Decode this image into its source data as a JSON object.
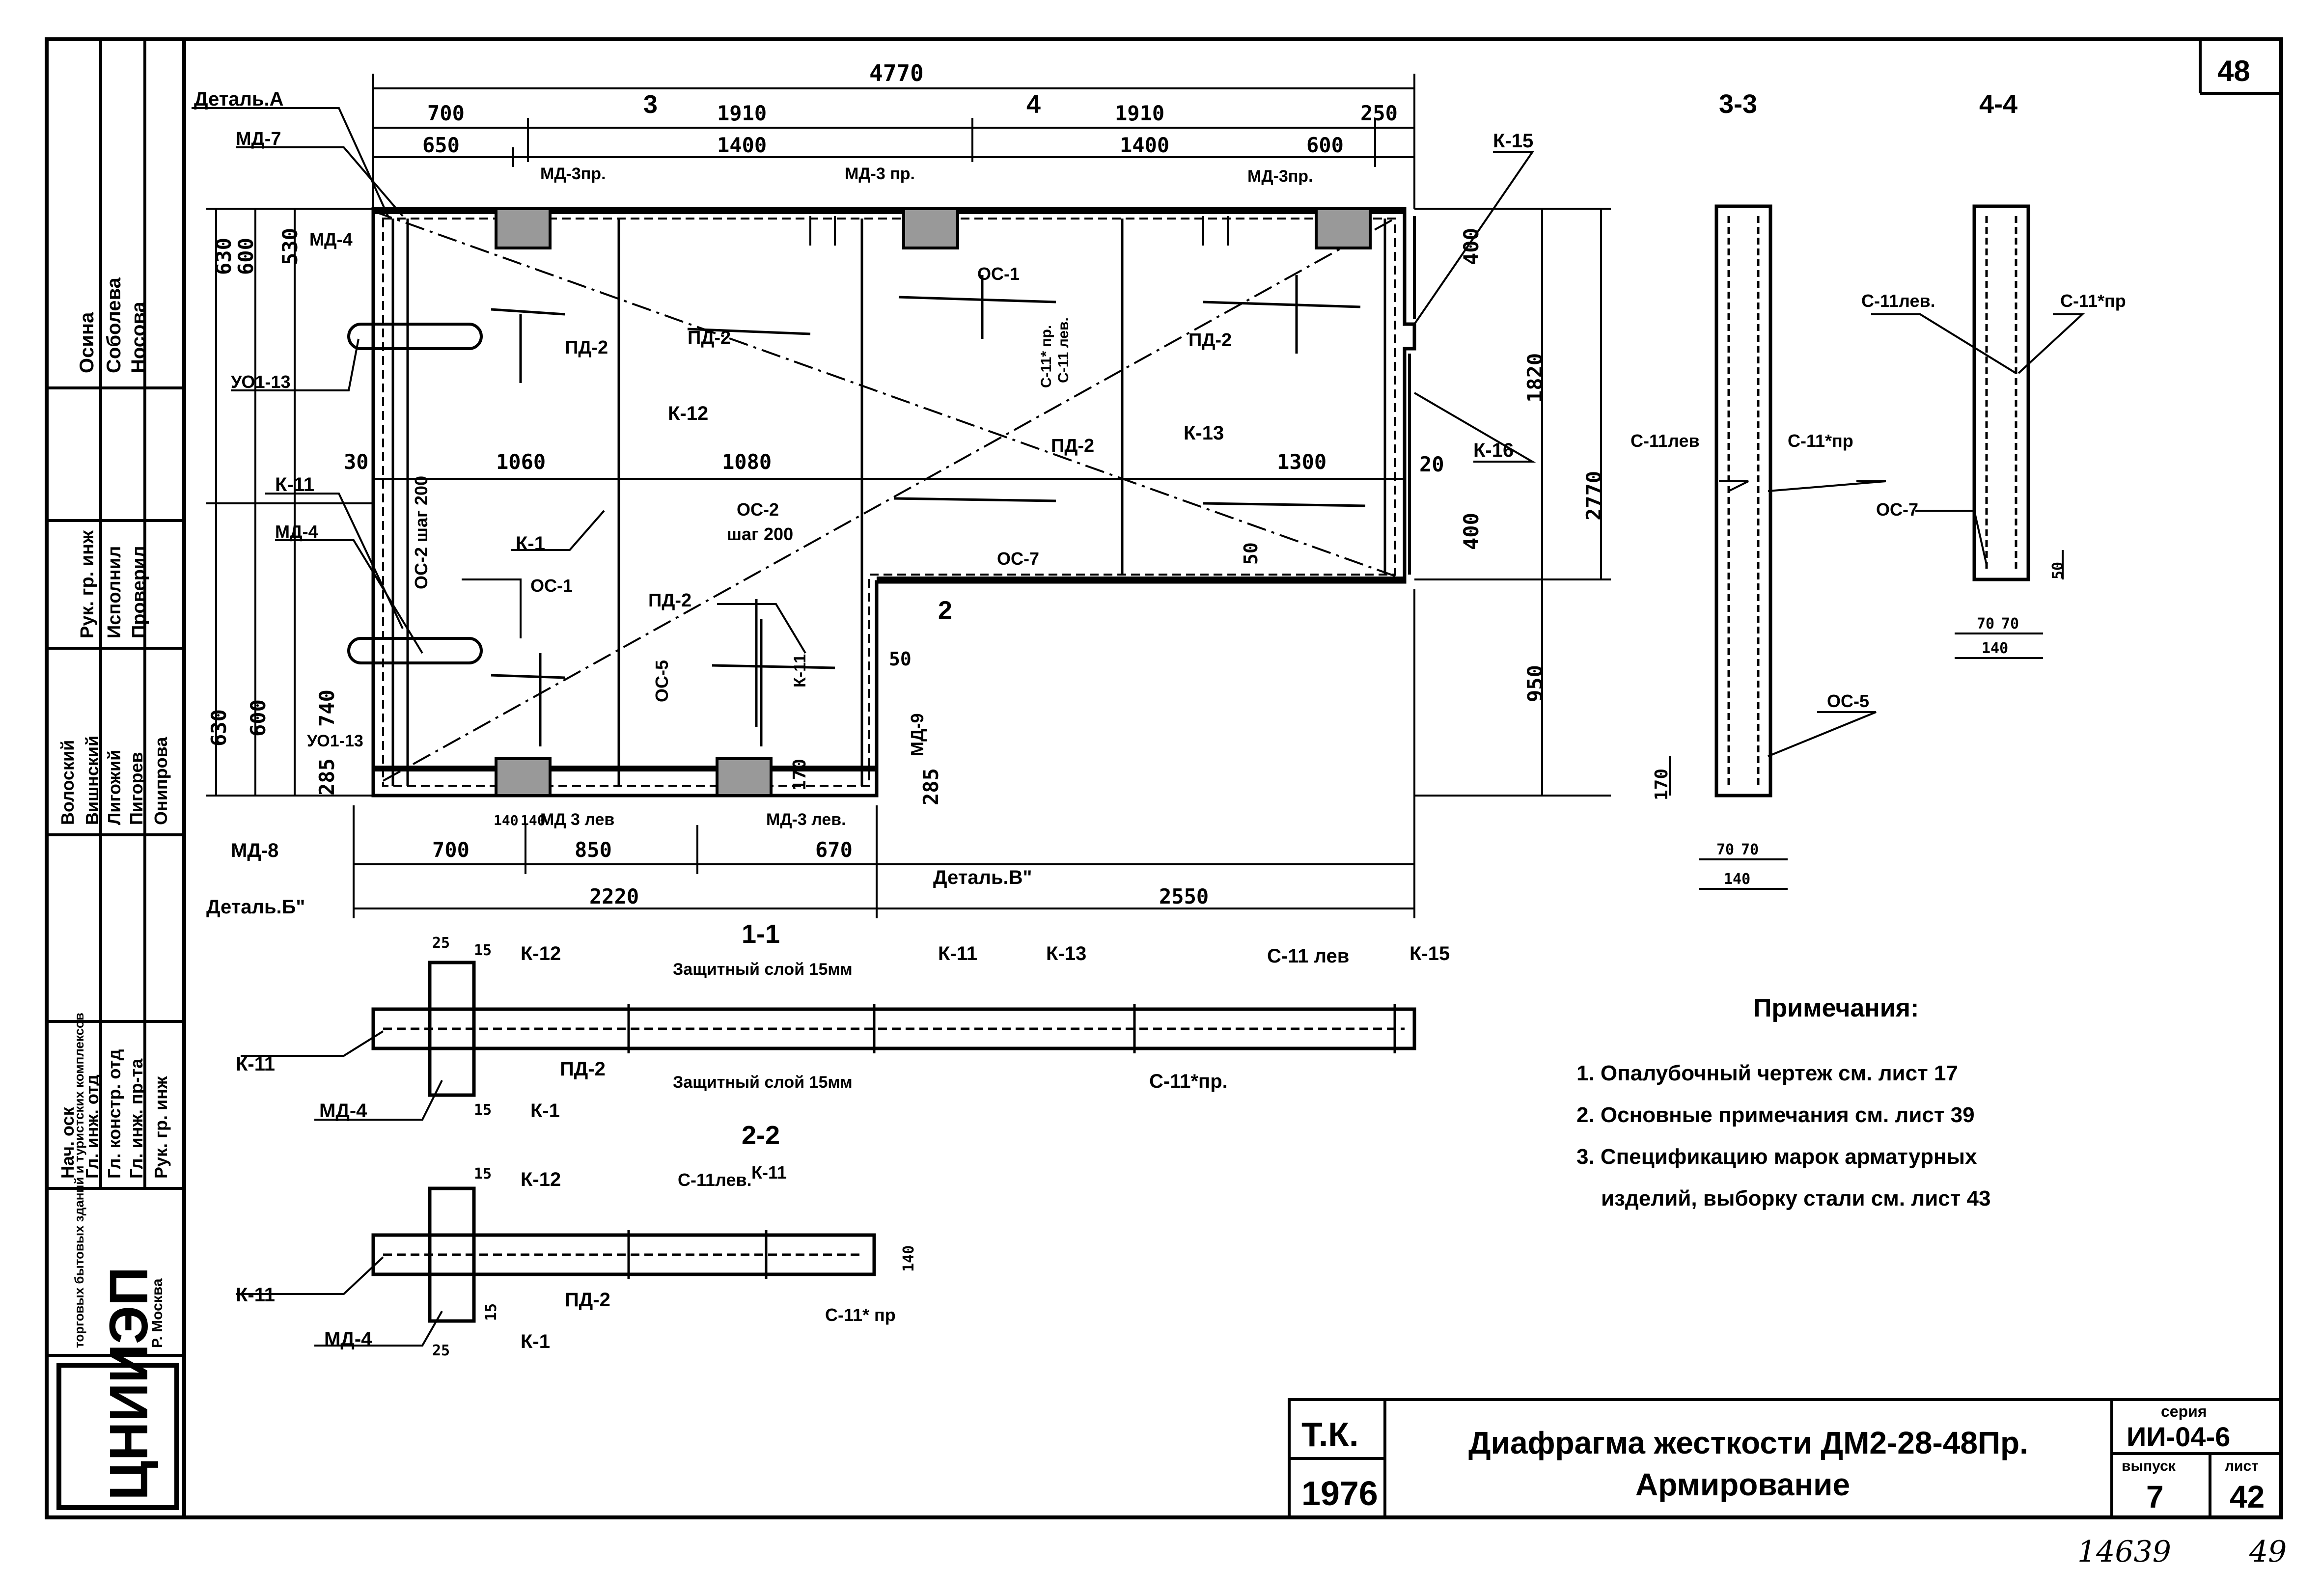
{
  "sheet": {
    "sheet_number": "48",
    "archive_number": "14639",
    "page_number": "49"
  },
  "stamp": {
    "org": "ЦНИИЭП",
    "org_sub": "торговых бытовых зданий и туристских комплексов",
    "org_sub2": "Р. Москва",
    "roles": [
      "Нач. оск",
      "Гл. инж. отд",
      "Гл. констр. отд",
      "Гл. инж. пр-та",
      "Рук. гр. инж"
    ],
    "people": [
      "Волоский",
      "Вишнский",
      "Лигожий",
      "Пигорев",
      "Онипрова"
    ],
    "roles2": [
      "Рук. гр. инж",
      "Исполнил",
      "Проверил"
    ],
    "people2": [
      "Осина",
      "Соболева",
      "Носова"
    ],
    "tk": "Т.К.",
    "year": "1976",
    "title_line1": "Диафрагма жесткости ДМ2-28-48Пр.",
    "title_line2": "Армирование",
    "series_label": "серия",
    "series": "ИИ-04-6",
    "issue_label": "выпуск",
    "issue": "7",
    "sheet_label": "лист",
    "sheet": "42"
  },
  "plan": {
    "dims_top": {
      "total": "4770",
      "d700": "700",
      "d1910a": "1910",
      "d1910b": "1910",
      "d250": "250",
      "d650": "650",
      "d1400a": "1400",
      "d1400b": "1400",
      "d600": "600"
    },
    "dims_left": {
      "d630a": "630",
      "d600a": "600",
      "d530": "530",
      "d630b": "630",
      "d600b": "600",
      "d740": "740",
      "d285": "285",
      "d30": "30"
    },
    "dims_mid": {
      "d1060": "1060",
      "d1080": "1080",
      "d1300": "1300",
      "d20": "20",
      "d50a": "50",
      "d50b": "50",
      "d170": "170",
      "d285r": "285"
    },
    "dims_right": {
      "d400a": "400",
      "d1820": "1820",
      "d400b": "400",
      "d2770": "2770",
      "d950": "950"
    },
    "dims_bottom": {
      "d700": "700",
      "d850": "850",
      "d670": "670",
      "d2220": "2220",
      "d2550": "2550",
      "d140": "140",
      "d140b": "140"
    },
    "labels": {
      "detail_a": "Деталь.А",
      "detail_b": "Деталь.Б\"",
      "detail_v": "Деталь.В\"",
      "md7": "МД-7",
      "md3pr_a": "МД-3пр.",
      "md3pr_b": "МД-3 пр.",
      "md3pr_c": "МД-3пр.",
      "md4a": "МД-4",
      "md4b": "МД-4",
      "md8": "МД-8",
      "md9": "МД-9",
      "md3lev_a": "МД 3 лев",
      "md3lev_b": "МД-3 лев.",
      "uo13a": "УО1-13",
      "uo13b": "УО1-13",
      "k11": "К-11",
      "k11b": "К-11",
      "k1": "К-1",
      "k12": "К-12",
      "k13": "К-13",
      "k15": "К-15",
      "k16": "К-16",
      "pd2a": "ПД-2",
      "pd2b": "ПД-2",
      "pd2c": "ПД-2",
      "pd2d": "ПД-2",
      "pd2e": "ПД-2",
      "os1a": "ОС-1",
      "os1b": "ОС-1",
      "os2": "ОС-2",
      "os2step": "шаг 200",
      "os2vert": "ОС-2 шаг 200",
      "os5": "ОС-5",
      "os7": "ОС-7",
      "c11": "С-11* пр.",
      "c11lev": "С-11 лев.",
      "cut3": "3",
      "cut4": "4",
      "cut2": "2"
    }
  },
  "sec33": {
    "title": "3-3",
    "c11lev": "С-11лев",
    "c11pr": "С-11*пр",
    "os5": "ОС-5",
    "d170": "170",
    "d70a": "70",
    "d70b": "70",
    "d140": "140"
  },
  "sec44": {
    "title": "4-4",
    "c11lev": "С-11лев.",
    "c11pr": "С-11*пр",
    "os7": "ОС-7",
    "d50": "50",
    "d70a": "70",
    "d70b": "70",
    "d140": "140"
  },
  "sec11": {
    "title": "1-1",
    "d25": "25",
    "d15a": "15",
    "d15b": "15",
    "k12": "К-12",
    "k11": "К-11",
    "k11b": "К-11",
    "k13": "К-13",
    "k15": "К-15",
    "c11lev": "С-11 лев",
    "c11pr": "С-11*пр.",
    "pd2": "ПД-2",
    "k1": "К-1",
    "md4": "МД-4",
    "cover_top": "Защитный слой 15мм",
    "cover_bottom": "Защитный слой 15мм"
  },
  "sec22": {
    "title": "2-2",
    "d15a": "15",
    "d15b": "15",
    "d25": "25",
    "d140": "140",
    "k12": "К-12",
    "c11lev": "С-11лев.",
    "k11": "К-11",
    "k11b": "К-11",
    "pd2": "ПД-2",
    "c11pr": "С-11* пр",
    "md4": "МД-4",
    "k1": "К-1"
  },
  "notes": {
    "title": "Примечания:",
    "items": [
      "1. Опалубочный чертеж см. лист 17",
      "2. Основные примечания см. лист 39",
      "3. Спецификацию марок арматурных",
      "изделий, выборку стали см. лист 43"
    ]
  }
}
